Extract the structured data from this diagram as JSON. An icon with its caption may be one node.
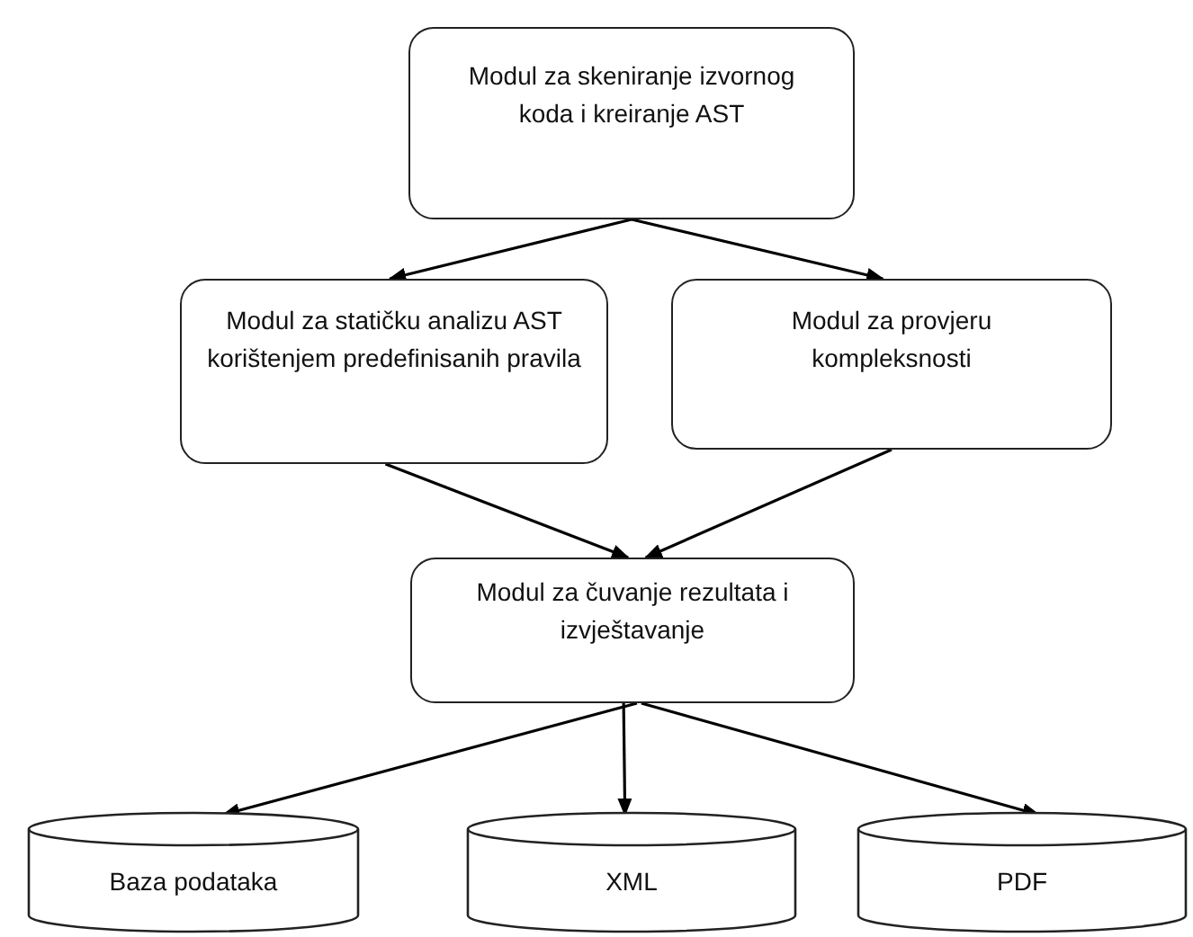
{
  "diagram": {
    "nodes": [
      {
        "text": [
          "Modul za skeniranje izvornog koda i kreiranje AST"
        ]
      },
      {
        "text": [
          "Modul za statičku analizu AST korištenjem predefinisanih pravila"
        ]
      },
      {
        "text": [
          "Modul za provjeru kompleksnosti"
        ]
      },
      {
        "text": [
          "Modul za čuvanje rezultata i izvještavanje"
        ]
      },
      {
        "text": [
          "Baza podataka"
        ]
      },
      {
        "text": [
          "XML"
        ]
      },
      {
        "text": [
          "PDF"
        ]
      }
    ],
    "edges": [
      {
        "from": 0,
        "to": 1,
        "arrow": "to"
      },
      {
        "from": 0,
        "to": 2,
        "arrow": "to"
      },
      {
        "from": 1,
        "to": 3,
        "arrow": "to"
      },
      {
        "from": 2,
        "to": 3,
        "arrow": "to"
      },
      {
        "from": 3,
        "to": 4,
        "arrow": "to"
      },
      {
        "from": 3,
        "to": 5,
        "arrow": "to"
      },
      {
        "from": 3,
        "to": 6,
        "arrow": "to"
      }
    ]
  }
}
